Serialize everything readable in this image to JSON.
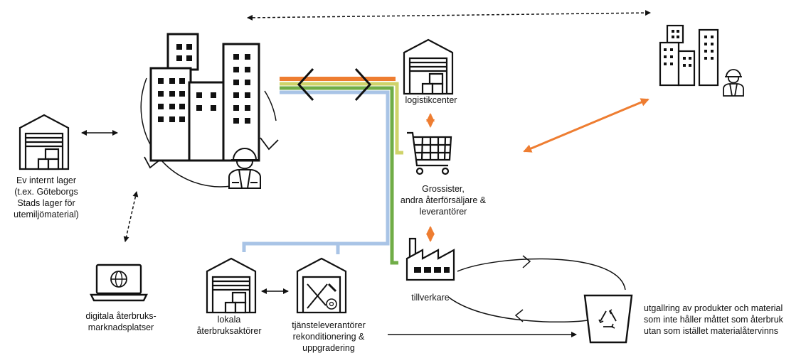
{
  "labels": {
    "internal_storage": [
      "Ev internt lager",
      "(t.ex. Göteborgs",
      "Stads lager för",
      "utemiljömaterial)"
    ],
    "logistics_center": "logistikcenter",
    "wholesalers": [
      "Grossister,",
      "andra återförsäljare &",
      "leverantörer"
    ],
    "manufacturer": "tillverkare",
    "digital_marketplaces": [
      "digitala återbruks-",
      "marknadsplatser"
    ],
    "local_actors": [
      "lokala",
      "återbruksaktörer"
    ],
    "service_providers": [
      "tjänsteleverantörer",
      "rekonditionering &",
      "uppgradering"
    ],
    "sorting_out": [
      "utgallring av produkter och material",
      "som inte håller måttet som återbruk",
      "utan som istället materialåtervinns"
    ]
  },
  "colors": {
    "orange": "#ee7d31",
    "yellow": "#cfd36a",
    "green": "#70ad47",
    "blue": "#a9c4e6",
    "stroke": "#111111"
  },
  "icons": [
    "building-cluster-icon",
    "worker-icon",
    "warehouse-icon",
    "shopping-cart-icon",
    "factory-icon",
    "laptop-globe-icon",
    "tools-icon",
    "recycling-bin-icon"
  ]
}
